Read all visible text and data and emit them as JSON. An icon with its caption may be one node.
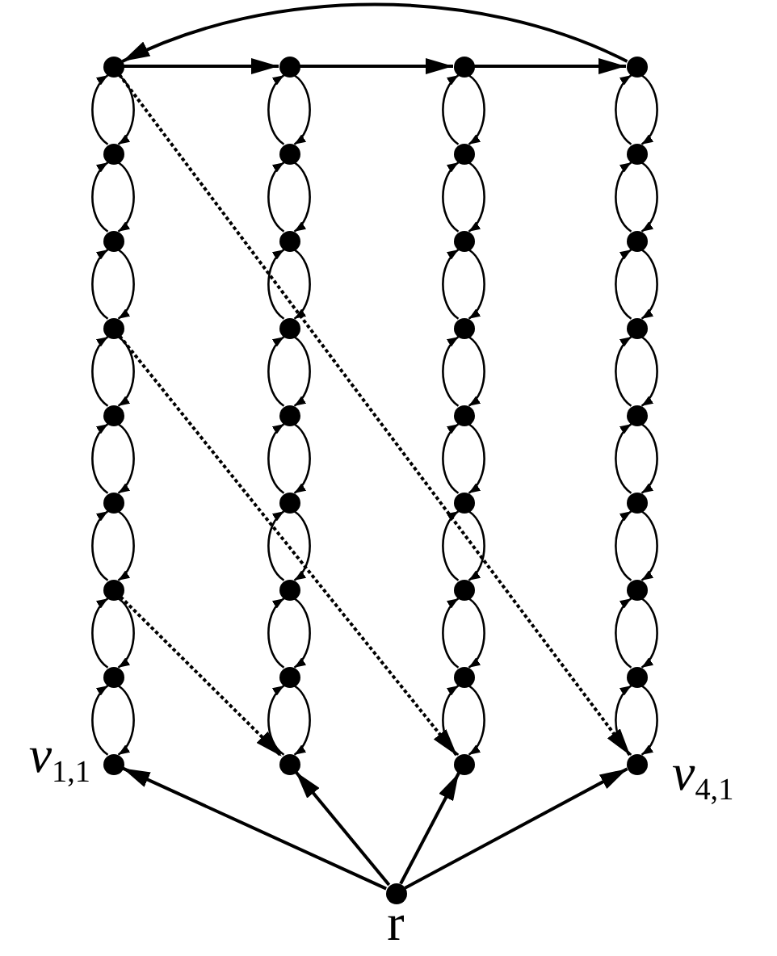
{
  "diagram": {
    "nodes": [
      {
        "text": [],
        "shape": "circle"
      },
      {
        "text": [],
        "shape": "circle"
      },
      {
        "text": [],
        "shape": "circle"
      },
      {
        "text": [],
        "shape": "circle"
      },
      {
        "text": [],
        "shape": "circle"
      },
      {
        "text": [],
        "shape": "circle"
      },
      {
        "text": [],
        "shape": "circle"
      },
      {
        "text": [],
        "shape": "circle"
      },
      {
        "text": [],
        "shape": "circle"
      },
      {
        "text": [],
        "shape": "circle"
      },
      {
        "text": [],
        "shape": "circle"
      },
      {
        "text": [],
        "shape": "circle"
      },
      {
        "text": [],
        "shape": "circle"
      },
      {
        "text": [],
        "shape": "circle"
      },
      {
        "text": [],
        "shape": "circle"
      },
      {
        "text": [],
        "shape": "circle"
      },
      {
        "text": [],
        "shape": "circle"
      },
      {
        "text": [],
        "shape": "circle"
      },
      {
        "text": [],
        "shape": "circle"
      },
      {
        "text": [],
        "shape": "circle"
      },
      {
        "text": [],
        "shape": "circle"
      },
      {
        "text": [],
        "shape": "circle"
      },
      {
        "text": [],
        "shape": "circle"
      },
      {
        "text": [],
        "shape": "circle"
      },
      {
        "text": [],
        "shape": "circle"
      },
      {
        "text": [],
        "shape": "circle"
      },
      {
        "text": [],
        "shape": "circle"
      },
      {
        "text": [],
        "shape": "circle"
      },
      {
        "text": [],
        "shape": "circle"
      },
      {
        "text": [],
        "shape": "circle"
      },
      {
        "text": [],
        "shape": "circle"
      },
      {
        "text": [],
        "shape": "circle"
      },
      {
        "text": [],
        "shape": "circle",
        "beside": [
          "*v*$_{1,1}$"
        ]
      },
      {
        "text": [],
        "shape": "circle"
      },
      {
        "text": [],
        "shape": "circle"
      },
      {
        "text": [],
        "shape": "circle",
        "beside": [
          "*v*$_{4,1}$"
        ]
      },
      {
        "text": [],
        "shape": "circle",
        "beside": [
          "r"
        ]
      }
    ],
    "edges": [
      {
        "from": 0,
        "to": 1,
        "arrow": "to"
      },
      {
        "from": 1,
        "to": 2,
        "arrow": "to"
      },
      {
        "from": 2,
        "to": 3,
        "arrow": "to"
      },
      {
        "from": 3,
        "to": 0,
        "arrow": "to"
      },
      {
        "from": 0,
        "to": 4,
        "arrow": "to"
      },
      {
        "from": 4,
        "to": 0,
        "arrow": "to"
      },
      {
        "from": 1,
        "to": 5,
        "arrow": "to"
      },
      {
        "from": 5,
        "to": 1,
        "arrow": "to"
      },
      {
        "from": 2,
        "to": 6,
        "arrow": "to"
      },
      {
        "from": 6,
        "to": 2,
        "arrow": "to"
      },
      {
        "from": 3,
        "to": 7,
        "arrow": "to"
      },
      {
        "from": 7,
        "to": 3,
        "arrow": "to"
      },
      {
        "from": 4,
        "to": 8,
        "arrow": "to"
      },
      {
        "from": 8,
        "to": 4,
        "arrow": "to"
      },
      {
        "from": 5,
        "to": 9,
        "arrow": "to"
      },
      {
        "from": 9,
        "to": 5,
        "arrow": "to"
      },
      {
        "from": 6,
        "to": 10,
        "arrow": "to"
      },
      {
        "from": 10,
        "to": 6,
        "arrow": "to"
      },
      {
        "from": 7,
        "to": 11,
        "arrow": "to"
      },
      {
        "from": 11,
        "to": 7,
        "arrow": "to"
      },
      {
        "from": 8,
        "to": 12,
        "arrow": "to"
      },
      {
        "from": 12,
        "to": 8,
        "arrow": "to"
      },
      {
        "from": 9,
        "to": 13,
        "arrow": "to"
      },
      {
        "from": 13,
        "to": 9,
        "arrow": "to"
      },
      {
        "from": 10,
        "to": 14,
        "arrow": "to"
      },
      {
        "from": 14,
        "to": 10,
        "arrow": "to"
      },
      {
        "from": 11,
        "to": 15,
        "arrow": "to"
      },
      {
        "from": 15,
        "to": 11,
        "arrow": "to"
      },
      {
        "from": 12,
        "to": 16,
        "arrow": "to"
      },
      {
        "from": 16,
        "to": 12,
        "arrow": "to"
      },
      {
        "from": 13,
        "to": 17,
        "arrow": "to"
      },
      {
        "from": 17,
        "to": 13,
        "arrow": "to"
      },
      {
        "from": 14,
        "to": 18,
        "arrow": "to"
      },
      {
        "from": 18,
        "to": 14,
        "arrow": "to"
      },
      {
        "from": 15,
        "to": 19,
        "arrow": "to"
      },
      {
        "from": 19,
        "to": 15,
        "arrow": "to"
      },
      {
        "from": 16,
        "to": 20,
        "arrow": "to"
      },
      {
        "from": 20,
        "to": 16,
        "arrow": "to"
      },
      {
        "from": 17,
        "to": 21,
        "arrow": "to"
      },
      {
        "from": 21,
        "to": 17,
        "arrow": "to"
      },
      {
        "from": 18,
        "to": 22,
        "arrow": "to"
      },
      {
        "from": 22,
        "to": 18,
        "arrow": "to"
      },
      {
        "from": 19,
        "to": 23,
        "arrow": "to"
      },
      {
        "from": 23,
        "to": 19,
        "arrow": "to"
      },
      {
        "from": 20,
        "to": 24,
        "arrow": "to"
      },
      {
        "from": 24,
        "to": 20,
        "arrow": "to"
      },
      {
        "from": 21,
        "to": 25,
        "arrow": "to"
      },
      {
        "from": 25,
        "to": 21,
        "arrow": "to"
      },
      {
        "from": 22,
        "to": 26,
        "arrow": "to"
      },
      {
        "from": 26,
        "to": 22,
        "arrow": "to"
      },
      {
        "from": 23,
        "to": 27,
        "arrow": "to"
      },
      {
        "from": 27,
        "to": 23,
        "arrow": "to"
      },
      {
        "from": 24,
        "to": 28,
        "arrow": "to"
      },
      {
        "from": 28,
        "to": 24,
        "arrow": "to"
      },
      {
        "from": 25,
        "to": 29,
        "arrow": "to"
      },
      {
        "from": 29,
        "to": 25,
        "arrow": "to"
      },
      {
        "from": 26,
        "to": 30,
        "arrow": "to"
      },
      {
        "from": 30,
        "to": 26,
        "arrow": "to"
      },
      {
        "from": 27,
        "to": 31,
        "arrow": "to"
      },
      {
        "from": 31,
        "to": 27,
        "arrow": "to"
      },
      {
        "from": 28,
        "to": 32,
        "arrow": "to"
      },
      {
        "from": 32,
        "to": 28,
        "arrow": "to"
      },
      {
        "from": 29,
        "to": 33,
        "arrow": "to"
      },
      {
        "from": 33,
        "to": 29,
        "arrow": "to"
      },
      {
        "from": 30,
        "to": 34,
        "arrow": "to"
      },
      {
        "from": 34,
        "to": 30,
        "arrow": "to"
      },
      {
        "from": 31,
        "to": 35,
        "arrow": "to"
      },
      {
        "from": 35,
        "to": 31,
        "arrow": "to"
      },
      {
        "from": 0,
        "to": 35,
        "arrow": "to",
        "style": "dashed"
      },
      {
        "from": 12,
        "to": 34,
        "arrow": "to",
        "style": "dashed"
      },
      {
        "from": 24,
        "to": 33,
        "arrow": "to",
        "style": "dashed"
      },
      {
        "from": 36,
        "to": 32,
        "arrow": "to"
      },
      {
        "from": 36,
        "to": 33,
        "arrow": "to"
      },
      {
        "from": 36,
        "to": 34,
        "arrow": "to"
      },
      {
        "from": 36,
        "to": 35,
        "arrow": "to"
      }
    ]
  }
}
